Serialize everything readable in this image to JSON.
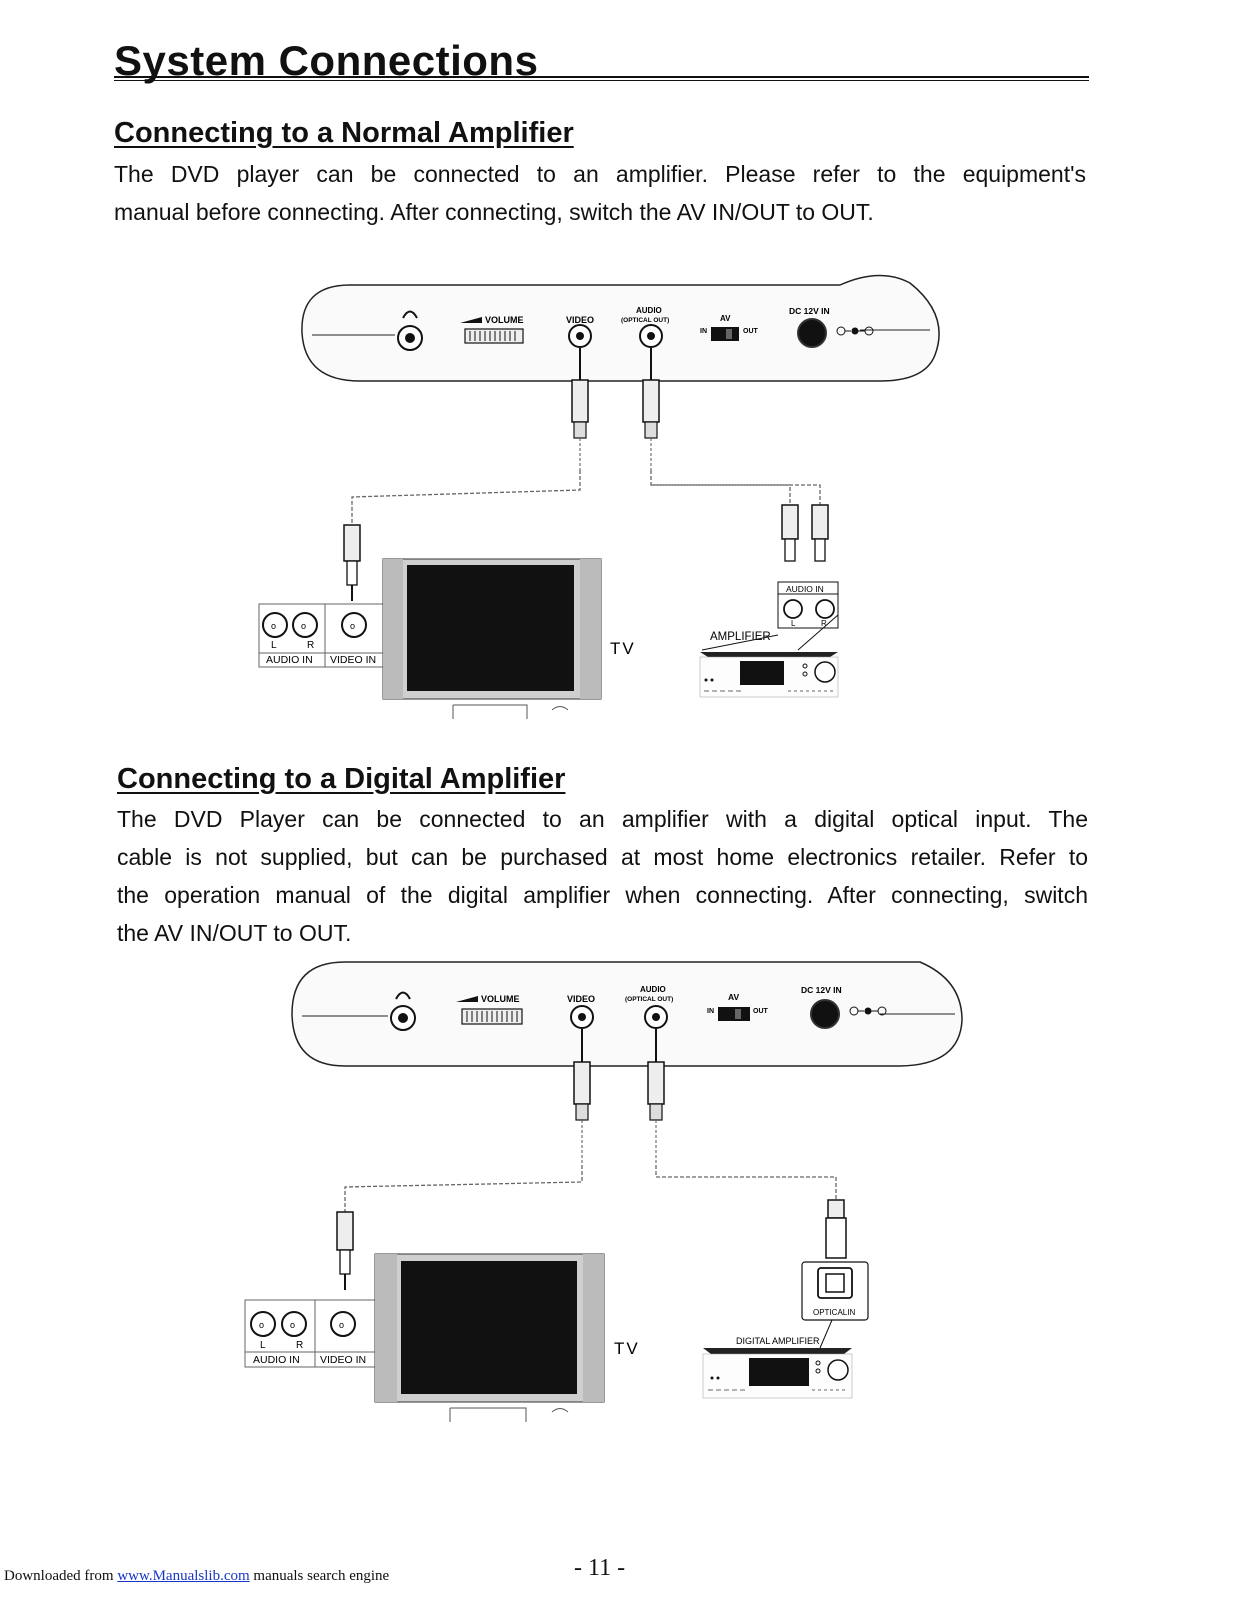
{
  "page": {
    "title": "System Connections",
    "page_number": "- 11 -"
  },
  "section1": {
    "heading": "Connecting to a Normal Amplifier",
    "paragraph_lines": [
      "The DVD player can be connected to an amplifier. Please refer to the equipment's",
      "manual before connecting. After connecting, switch the AV IN/OUT to OUT."
    ]
  },
  "section2": {
    "heading": "Connecting to a Digital Amplifier",
    "paragraph_lines": [
      "The DVD Player can be connected to an amplifier with a digital optical input. The",
      "cable is not supplied, but can be purchased at most home electronics retailer. Refer to",
      "the operation manual of the digital amplifier when connecting. After connecting, switch",
      "the AV IN/OUT to OUT."
    ]
  },
  "panel_labels": {
    "volume": "VOLUME",
    "video": "VIDEO",
    "audio": "AUDIO",
    "optical_out": "(OPTICAL OUT)",
    "av": "AV",
    "in": "IN",
    "out": "OUT",
    "dc": "DC 12V IN"
  },
  "tv_labels": {
    "l": "L",
    "r": "R",
    "audio_in": "AUDIO IN",
    "video_in": "VIDEO IN",
    "tv": "TV"
  },
  "diagram1": {
    "amp_input_label": "AUDIO IN",
    "amp_l": "L",
    "amp_r": "R",
    "amp_label": "AMPLIFIER"
  },
  "diagram2": {
    "optical_label": "OPTICALIN",
    "amp_label": "DIGITAL AMPLIFIER"
  },
  "footer": {
    "prefix": "Downloaded from ",
    "link_text": "www.Manualslib.com",
    "suffix": " manuals search engine"
  }
}
